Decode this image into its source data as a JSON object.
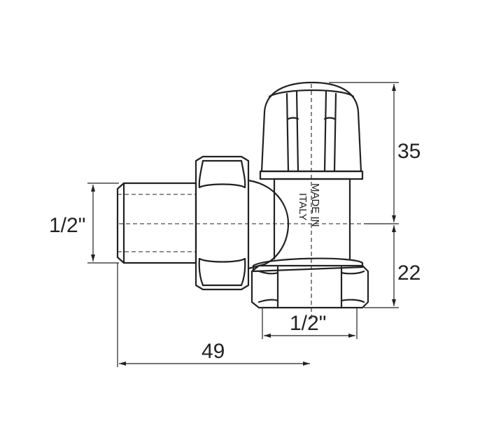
{
  "drawing": {
    "dimensions": {
      "inlet_thread": "1/2\"",
      "outlet_thread": "1/2\"",
      "length": "49",
      "height_top": "35",
      "height_bottom": "22"
    },
    "engraving": {
      "line1": "MADE IN",
      "line2": "ITALY"
    },
    "colors": {
      "line": "#222222",
      "background": "#ffffff"
    }
  }
}
